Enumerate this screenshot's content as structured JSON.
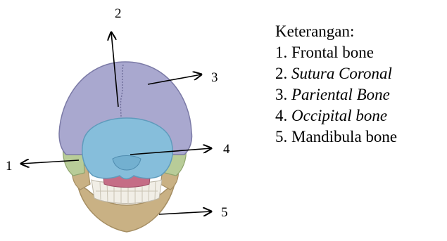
{
  "labels": [
    {
      "number": "1"
    },
    {
      "number": "2"
    },
    {
      "number": "3"
    },
    {
      "number": "4"
    },
    {
      "number": "5"
    }
  ],
  "legend": {
    "heading": "Keterangan:",
    "items": [
      {
        "prefix": "1. ",
        "text": "Frontal bone"
      },
      {
        "prefix": "2. ",
        "text": "Sutura Coronal"
      },
      {
        "prefix": "3. ",
        "text": "Pariental Bone"
      },
      {
        "prefix": "4. ",
        "text": "Occipital bone"
      },
      {
        "prefix": "5. ",
        "text": "Mandibula bone"
      }
    ]
  },
  "colors": {
    "parietal": "#a9a8cf",
    "occipital": "#86bedb",
    "temporal": "#b8cc98",
    "mandible": "#c9b184",
    "palate": "#c56d86",
    "teeth": "#f1eee6"
  }
}
